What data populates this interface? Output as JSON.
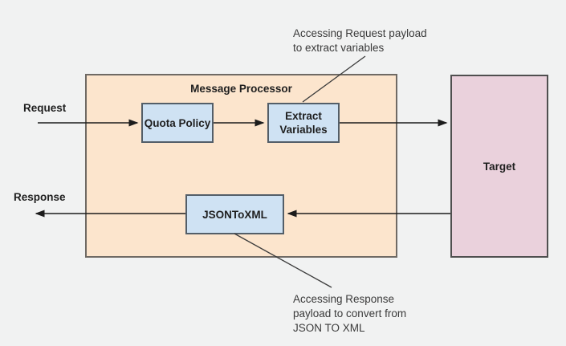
{
  "colors": {
    "background": "#f1f2f2",
    "processor_fill": "#fce5cd",
    "processor_border": "#6f6a64",
    "policy_fill": "#cfe2f3",
    "policy_border": "#535e68",
    "target_fill": "#ead1dc",
    "target_border": "#4f4f4f",
    "connector": "#1c1c1c",
    "text": "#1f1f1f"
  },
  "diagram": {
    "processor": {
      "title": "Message Processor"
    },
    "nodes": {
      "quota_policy": {
        "label": "Quota Policy"
      },
      "extract_variables": {
        "label": "Extract Variables"
      },
      "json_to_xml": {
        "label": "JSONToXML"
      },
      "target": {
        "label": "Target"
      }
    },
    "flow_labels": {
      "request": "Request",
      "response": "Response"
    },
    "annotations": {
      "top": "Accessing Request payload\nto extract variables",
      "bottom": "Accessing Response\npayload to convert from\nJSON TO XML"
    }
  }
}
